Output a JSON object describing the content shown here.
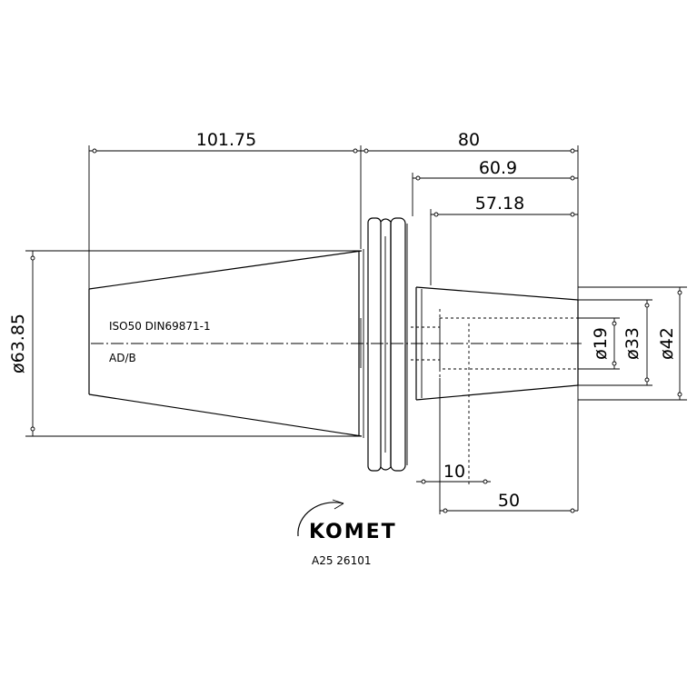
{
  "dimensions": {
    "taper_length": "101.75",
    "total_length": "80",
    "length_60_9": "60.9",
    "length_57_18": "57.18",
    "taper_diameter": "ø63.85",
    "bore_diameter": "ø19",
    "body_diameter_33": "ø33",
    "body_diameter_42": "ø42",
    "depth_10": "10",
    "depth_50": "50"
  },
  "notes": {
    "standard": "ISO50 DIN69871-1",
    "form": "AD/B"
  },
  "logo": {
    "brand": "KOMET"
  },
  "part_number": "A25 26101"
}
